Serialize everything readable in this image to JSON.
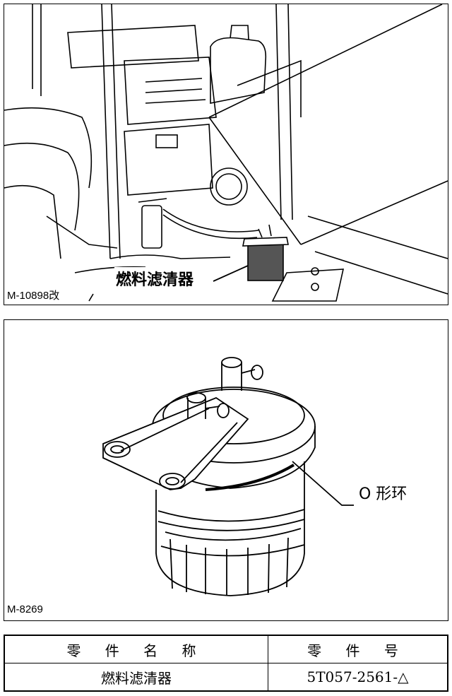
{
  "figure1": {
    "code": "M-10898改",
    "callout": "燃料滤清器"
  },
  "figure2": {
    "code": "M-8269",
    "callout": "O 形环"
  },
  "parts_table": {
    "headers": [
      "零 件 名 称",
      "零 件 号"
    ],
    "rows": [
      [
        "燃料滤清器",
        "5T057-2561-△"
      ]
    ]
  }
}
